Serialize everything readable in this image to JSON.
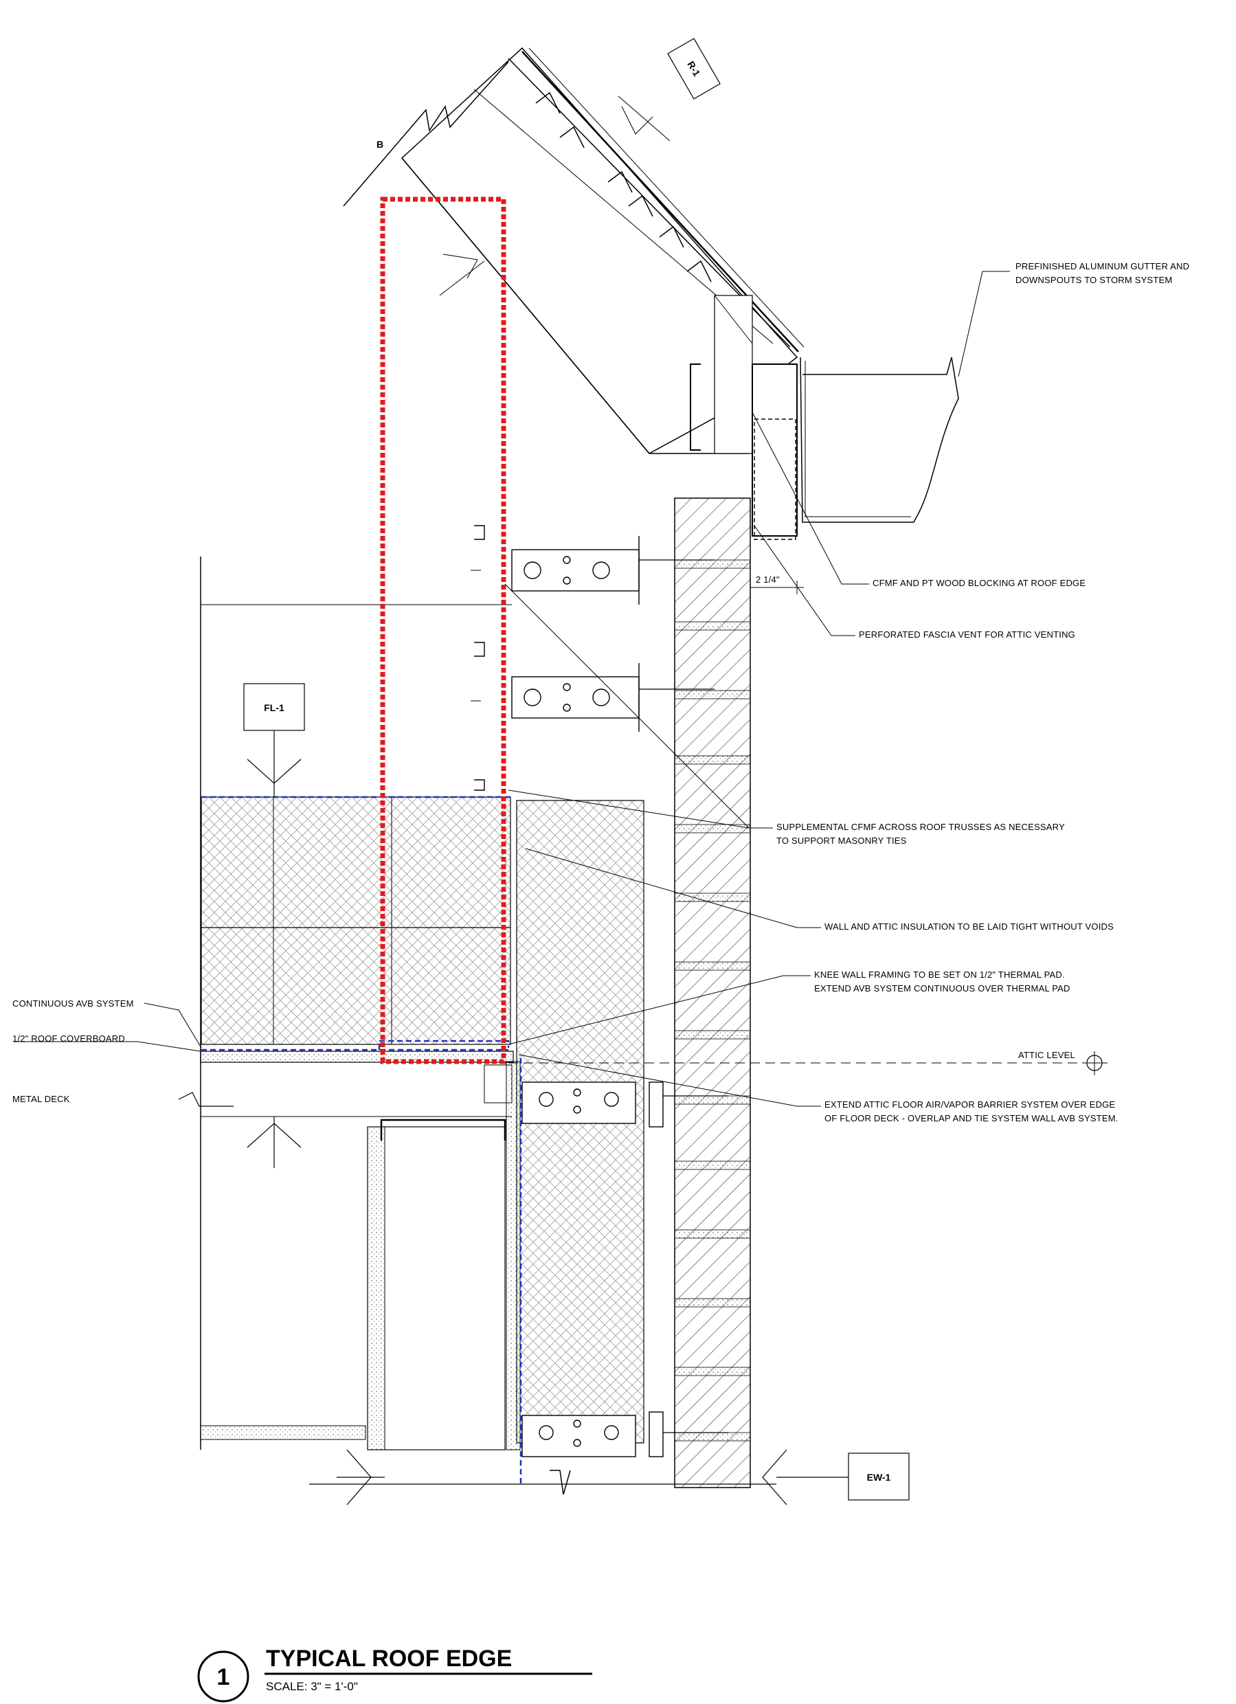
{
  "title": {
    "number": "1",
    "name": "TYPICAL ROOF EDGE",
    "scale": "SCALE:  3\" = 1'-0\""
  },
  "tags": {
    "roof": "R-1",
    "floor": "FL-1",
    "wall": "EW-1",
    "section_mark": "B"
  },
  "dimension": "2 1/4\"",
  "level": "ATTIC LEVEL",
  "notes": {
    "gutter_1": "PREFINISHED ALUMINUM GUTTER AND",
    "gutter_2": "DOWNSPOUTS TO STORM SYSTEM",
    "blocking": "CFMF AND PT WOOD BLOCKING AT ROOF EDGE",
    "vent": "PERFORATED FASCIA VENT FOR ATTIC VENTING",
    "supplemental_1": "SUPPLEMENTAL CFMF ACROSS ROOF TRUSSES AS NECESSARY",
    "supplemental_2": "TO SUPPORT MASONRY TIES",
    "insulation": "WALL AND ATTIC INSULATION TO BE LAID TIGHT WITHOUT VOIDS",
    "knee_1": "KNEE WALL FRAMING TO BE SET ON 1/2\" THERMAL PAD.",
    "knee_2": "EXTEND AVB SYSTEM CONTINUOUS OVER THERMAL PAD",
    "extend_1": "EXTEND ATTIC FLOOR AIR/VAPOR BARRIER SYSTEM OVER EDGE",
    "extend_2": "OF FLOOR DECK - OVERLAP AND TIE SYSTEM WALL AVB SYSTEM.",
    "avb": "CONTINUOUS AVB SYSTEM",
    "coverboard": "1/2\" ROOF COVERBOARD",
    "metal_deck": "METAL DECK"
  },
  "colors": {
    "line": "#000000",
    "highlight": "#e31b1b",
    "avb": "#1f2fbf"
  }
}
